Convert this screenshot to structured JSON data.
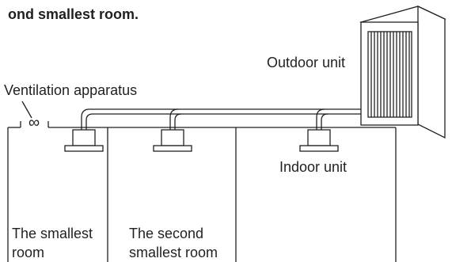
{
  "diagram": {
    "title_fragment": "ond smallest room.",
    "labels": {
      "outdoor_unit": "Outdoor unit",
      "ventilation": "Ventilation apparatus",
      "indoor_unit": "Indoor unit",
      "room1_line1": "The smallest",
      "room1_line2": "room",
      "room2_line1": "The second",
      "room2_line2": "smallest room"
    },
    "ventilation_symbol": "∞"
  }
}
